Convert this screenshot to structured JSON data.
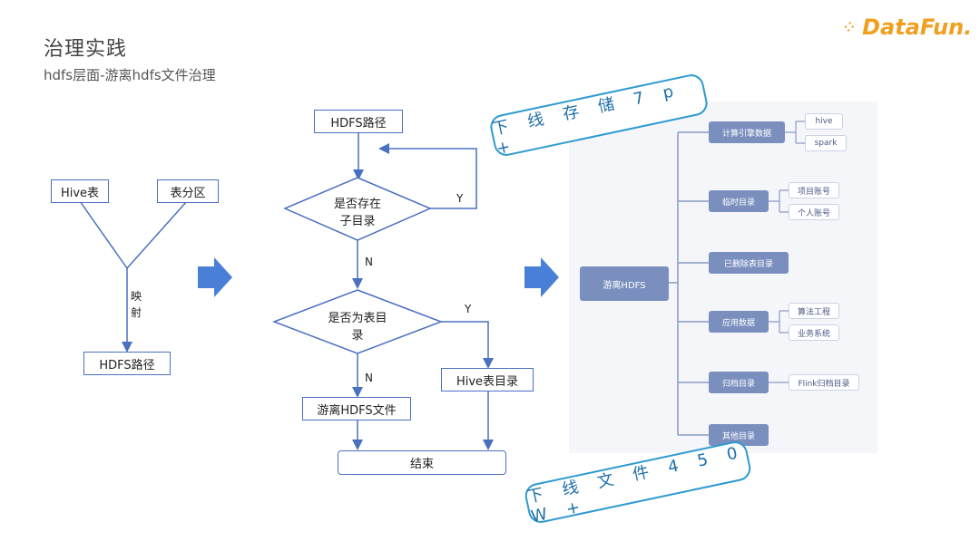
{
  "header": {
    "title": "治理实践",
    "subtitle": "hdfs层面-游离hdfs文件治理",
    "logo": "DataFun."
  },
  "mapping": {
    "hive_table": "Hive表",
    "table_partition": "表分区",
    "mapping_label": "映\n射",
    "hdfs_path": "HDFS路径"
  },
  "flow": {
    "start": "HDFS路径",
    "decision1": "是否存在\n子目录",
    "decision1_yes": "Y",
    "decision1_no": "N",
    "decision2": "是否为表目\n录",
    "decision2_yes": "Y",
    "decision2_no": "N",
    "orphan_file": "游离HDFS文件",
    "hive_dir": "Hive表目录",
    "end": "结束"
  },
  "mindmap": {
    "root": "游离HDFS",
    "branches": [
      {
        "label": "计算引擎数据",
        "children": [
          "hive",
          "spark"
        ]
      },
      {
        "label": "临时目录",
        "children": [
          "项目账号",
          "个人账号"
        ]
      },
      {
        "label": "已删除表目录",
        "children": []
      },
      {
        "label": "应用数据",
        "children": [
          "算法工程",
          "业务系统"
        ]
      },
      {
        "label": "归档目录",
        "children": [
          "Flink归档目录"
        ]
      },
      {
        "label": "其他目录",
        "children": []
      }
    ]
  },
  "notes": {
    "offline_storage": "下 线 存 储 7 p +",
    "offline_files": "下 线 文 件 4 5 0 W +"
  },
  "colors": {
    "flow_border": "#4a70c0",
    "arrow_fill": "#4a7fd8",
    "node_fill": "#7b8fbf",
    "note_border": "#2e9ad0",
    "logo": "#f0a020"
  }
}
